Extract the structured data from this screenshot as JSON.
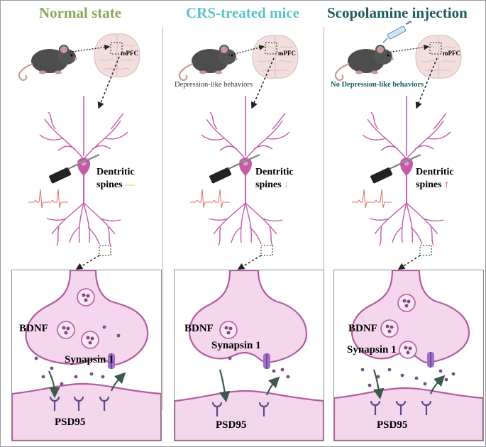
{
  "panels": [
    {
      "title": "Normal state",
      "title_color": "#8aa65a",
      "region_label": "mPFC",
      "caption": "",
      "spines_label_1": "Dentritic",
      "spines_label_2": "spines",
      "spines_indicator": "—",
      "spines_indicator_color": "#e6c84a",
      "bdnf": "BDNF",
      "synapsin": "Synapsin 1",
      "psd95": "PSD95"
    },
    {
      "title": "CRS-treated mice",
      "title_color": "#5fc0c4",
      "region_label": "mPFC",
      "caption": "Depression-like behaviors",
      "spines_label_1": "Dentritic",
      "spines_label_2": "spines",
      "spines_indicator": "↓",
      "spines_indicator_color": "#7fc7ea",
      "bdnf": "BDNF",
      "synapsin": "Synapsin 1",
      "psd95": "PSD95"
    },
    {
      "title": "Scopolamine injection",
      "title_color": "#1e5a5a",
      "region_label": "mPFC",
      "caption": "No Depression-like behaviors",
      "spines_label_1": "Dentritic",
      "spines_label_2": "spines",
      "spines_indicator": "↑",
      "spines_indicator_color": "#d23a3a",
      "bdnf": "BDNF",
      "synapsin": "Synapsin 1",
      "psd95": "PSD95"
    }
  ],
  "colors": {
    "neuron": "#c45aa8",
    "membrane": "#b45aa0",
    "terminal_fill": "#f4d7ec",
    "vesicle": "#7a4a8a",
    "receptor": "#5a4a8a",
    "mouse": "#4a4a4a",
    "ecg": "#e07060"
  }
}
